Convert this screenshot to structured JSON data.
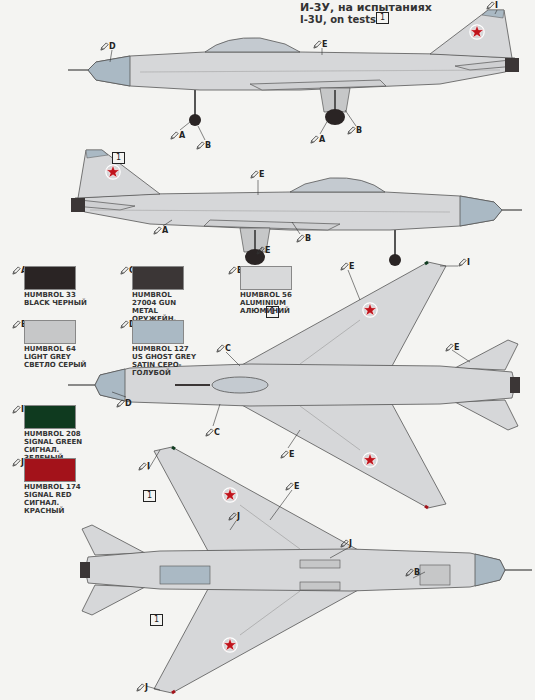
{
  "diagram": {
    "title": "И-3У, на испытаниях",
    "nodes": [
      {
        "text": [
          "1"
        ]
      },
      {
        "text": [
          "1"
        ]
      },
      {
        "text": [
          "1"
        ]
      },
      {
        "text": [
          "1"
        ]
      },
      {
        "text": [
          "1"
        ]
      }
    ],
    "labels": [
      "I-3U, on tests",
      "D",
      "E",
      "I",
      "A",
      "B",
      "A",
      "B",
      "E",
      "A",
      "E",
      "B",
      "E",
      "I",
      "C",
      "E",
      "D",
      "C",
      "E",
      "I",
      "J",
      "E",
      "J",
      "B",
      "J",
      "A",
      "C",
      "E",
      "B",
      "D",
      "I",
      "J"
    ],
    "legend": [
      {
        "text": "HUMBROL 33 BLACK ЧЕРНЫЙ",
        "color": "#2a2424"
      },
      {
        "text": "HUMBROL 27004 GUN METAL ОРУЖЕЙН. СТАЛЬ",
        "color": "#3b3636"
      },
      {
        "text": "HUMBROL 56 ALUMINIUM АЛЮМИНИЙ",
        "color": "#d8d9da"
      },
      {
        "text": "HUMBROL 64 LIGHT GREY СВЕТЛО СЕРЫЙ",
        "color": "#c6c7c8"
      },
      {
        "text": "HUMBROL 127 US GHOST GREY SATIN СЕРО-ГОЛУБОЙ",
        "color": "#aab9c4"
      },
      {
        "text": "HUMBROL 208 SIGNAL GREEN СИГНАЛ. ЗЕЛЕНЫЙ",
        "color": "#0f3a1f"
      },
      {
        "text": "HUMBROL 174 SIGNAL RED СИГНАЛ. КРАСНЫЙ",
        "color": "#a3121a"
      }
    ]
  }
}
